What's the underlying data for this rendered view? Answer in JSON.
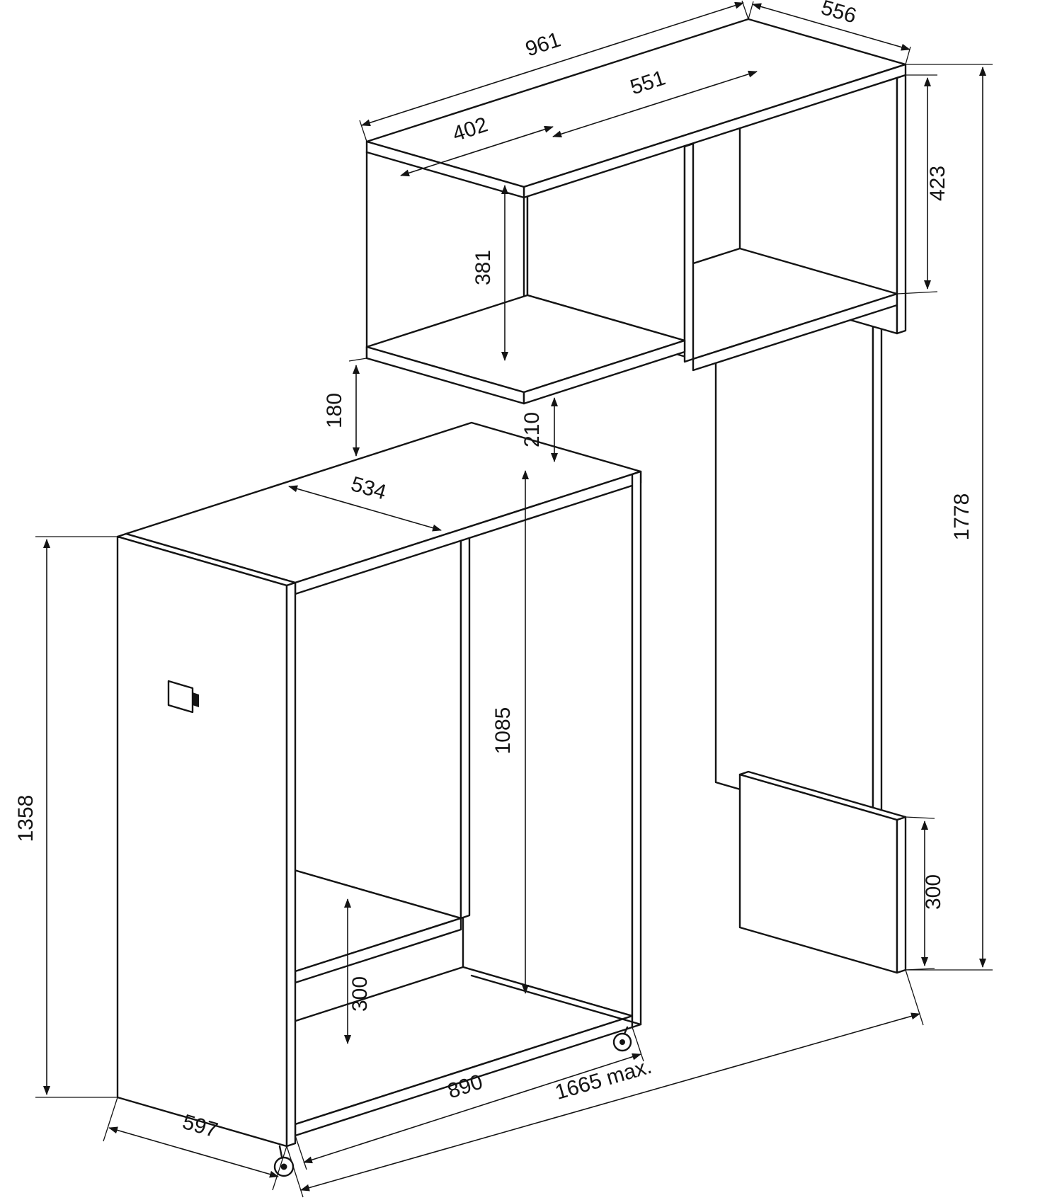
{
  "drawing": {
    "kind": "furniture dimension drawing",
    "dimensions": {
      "shelf_top_width": "961",
      "shelf_depth": "556",
      "right_bay_width": "551",
      "left_bay_width": "402",
      "right_bay_height": "423",
      "left_bay_height": "381",
      "clearance_left": "180",
      "clearance_right": "210",
      "desk_top_depth": "534",
      "total_height": "1778",
      "cabinet_height": "1358",
      "cabinet_inner_height": "1085",
      "cabinet_shelf_height": "300",
      "plinth_height": "300",
      "cabinet_inner_width": "890",
      "max_extension": "1665 max.",
      "cabinet_depth": "597"
    }
  }
}
